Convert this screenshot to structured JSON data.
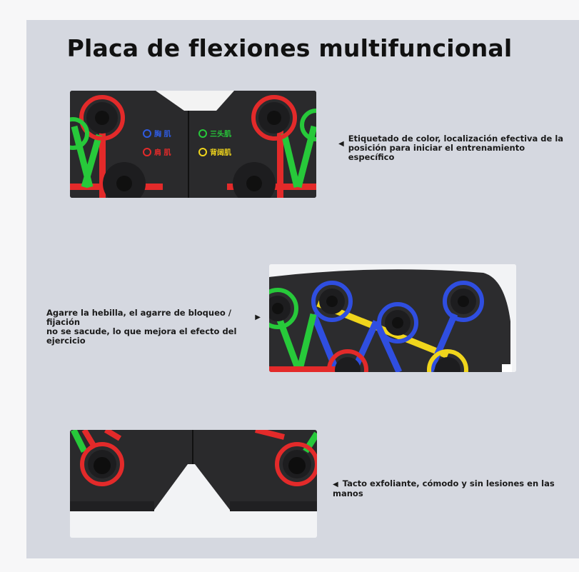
{
  "page": {
    "title": "Placa de flexiones multifuncional"
  },
  "sections": [
    {
      "caption_line1": "Etiquetado de color, localización efectiva de la",
      "caption_line2": "posición para iniciar el entrenamiento específico",
      "labels": [
        {
          "text": "胸 肌",
          "color": "#2f5be0"
        },
        {
          "text": "肩 肌",
          "color": "#e32a2a"
        },
        {
          "text": "三头肌",
          "color": "#27c93a"
        },
        {
          "text": "背阔肌",
          "color": "#f0d51c"
        }
      ]
    },
    {
      "caption_line1": "Agarre la hebilla, el agarre de bloqueo / fijación",
      "caption_line2": "no se sacude, lo que mejora el efecto del ejercicio"
    },
    {
      "caption_line1": "Tacto exfoliante, cómodo y sin lesiones en las manos"
    }
  ],
  "colors": {
    "red": "#e32a2a",
    "green": "#27c93a",
    "blue": "#2f4ee0",
    "yellow": "#f0d51c",
    "board": "#2b2b2d"
  },
  "icons": {
    "arrow_left": "◀",
    "arrow_right": "▶"
  }
}
